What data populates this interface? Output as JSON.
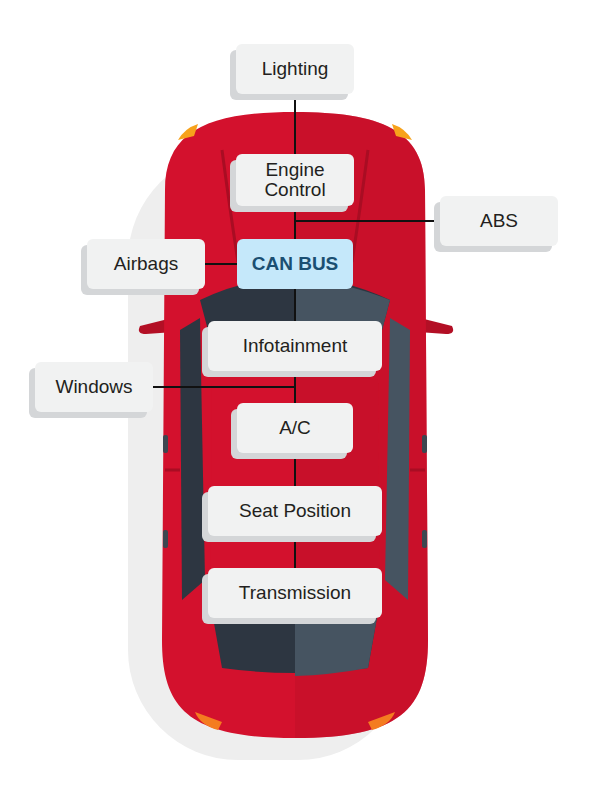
{
  "diagram": {
    "nodes": [
      {
        "text": [
          "Lighting"
        ]
      },
      {
        "text": [
          "Engine Control"
        ]
      },
      {
        "text": [
          "ABS"
        ]
      },
      {
        "text": [
          "Airbags"
        ]
      },
      {
        "text": [
          "CAN BUS"
        ]
      },
      {
        "text": [
          "Infotainment"
        ]
      },
      {
        "text": [
          "Windows"
        ]
      },
      {
        "text": [
          "A/C"
        ]
      },
      {
        "text": [
          "Seat Position"
        ]
      },
      {
        "text": [
          "Transmission"
        ]
      }
    ],
    "edges": [
      {
        "from": 0,
        "to": 1,
        "arrow": "none"
      },
      {
        "from": 1,
        "to": 4,
        "arrow": "none"
      },
      {
        "from": 2,
        "to": 4,
        "arrow": "none"
      },
      {
        "from": 3,
        "to": 4,
        "arrow": "none"
      },
      {
        "from": 4,
        "to": 5,
        "arrow": "none"
      },
      {
        "from": 5,
        "to": 7,
        "arrow": "none"
      },
      {
        "from": 6,
        "to": 7,
        "arrow": "none"
      },
      {
        "from": 7,
        "to": 8,
        "arrow": "none"
      },
      {
        "from": 8,
        "to": 9,
        "arrow": "none"
      }
    ]
  }
}
